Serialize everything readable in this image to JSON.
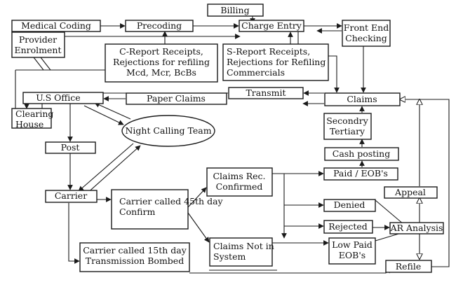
{
  "diagram": {
    "nodes": {
      "billing": [
        "Billing"
      ],
      "medical_coding": [
        "Medical Coding"
      ],
      "precoding": [
        "Precoding"
      ],
      "charge_entry": [
        "Charge Entry"
      ],
      "front_end": [
        "Front End",
        "Checking"
      ],
      "provider": [
        "Provider",
        "Enrolment"
      ],
      "c_report": [
        "C-Report Receipts,",
        "Rejections for refiling",
        "Mcd, Mcr, BcBs"
      ],
      "s_report": [
        "S-Report Receipts,",
        "Rejections for Refiling",
        "Commercials"
      ],
      "transmit": [
        "Transmit"
      ],
      "claims": [
        "Claims"
      ],
      "us_office": [
        "U.S Office"
      ],
      "paper_claims": [
        "Paper Claims"
      ],
      "clearing": [
        "Clearing",
        "House"
      ],
      "night_calling": [
        "Night Calling Team"
      ],
      "secondary": [
        "Secondry",
        "Tertiary"
      ],
      "post": [
        "Post"
      ],
      "cash_posting": [
        "Cash posting"
      ],
      "claims_rec": [
        "Claims Rec.",
        "Confirmed"
      ],
      "paid": [
        "Paid / EOB's"
      ],
      "carrier": [
        "Carrier"
      ],
      "carrier45": [
        "Carrier called 45th day",
        "Confirm"
      ],
      "appeal": [
        "Appeal"
      ],
      "denied": [
        "Denied"
      ],
      "rejected": [
        "Rejected"
      ],
      "ar_analysis": [
        "AR Analysis"
      ],
      "claims_not": [
        "Claims Not in",
        "System"
      ],
      "low_paid": [
        "Low Paid",
        "EOB's"
      ],
      "carrier15": [
        "Carrier called 15th day",
        "Transmission Bombed"
      ],
      "refile": [
        "Refile"
      ]
    }
  }
}
